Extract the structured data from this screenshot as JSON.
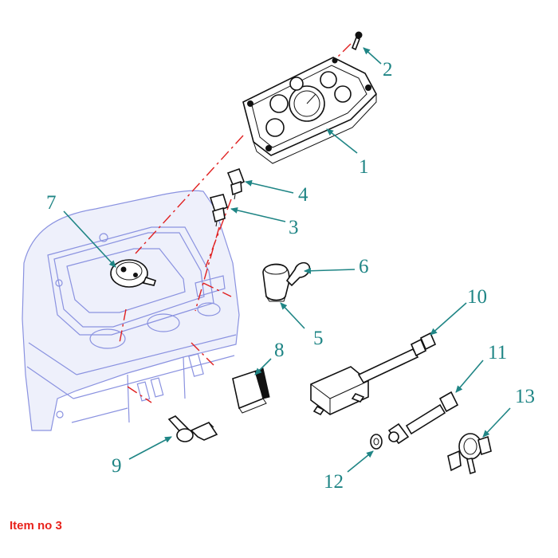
{
  "callouts": {
    "c1": "1",
    "c2": "2",
    "c3": "3",
    "c4": "4",
    "c5": "5",
    "c6": "6",
    "c7": "7",
    "c8": "8",
    "c9": "9",
    "c10": "10",
    "c11": "11",
    "c12": "12",
    "c13": "13"
  },
  "caption": "Item no 3",
  "colors": {
    "callout": "#1f8585",
    "housing": "#8a92e0",
    "guide_line": "#e02020",
    "caption": "#e8231c",
    "part": "#111111"
  }
}
